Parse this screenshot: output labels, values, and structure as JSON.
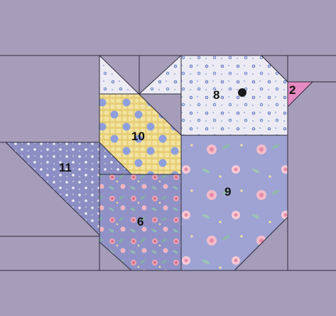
{
  "pattern": {
    "piece_labels": {
      "p2": "2",
      "p6": "6",
      "p8": "8",
      "p9": "9",
      "p10": "10",
      "p11": "11"
    }
  },
  "colors": {
    "background": "#a59dba",
    "seam": "#2e2a3a",
    "blue_flower_fabric": "#ecebf4",
    "lavender_floral_fabric": "#9ea3d4",
    "rose_floral_fabric": "#9092c7",
    "yellow_gingham_fabric": "#f3e3a3",
    "navy_ditsy_fabric": "#8c8fc3",
    "pink_beak": "#e58ac2",
    "eye": "#1a1a1a"
  }
}
